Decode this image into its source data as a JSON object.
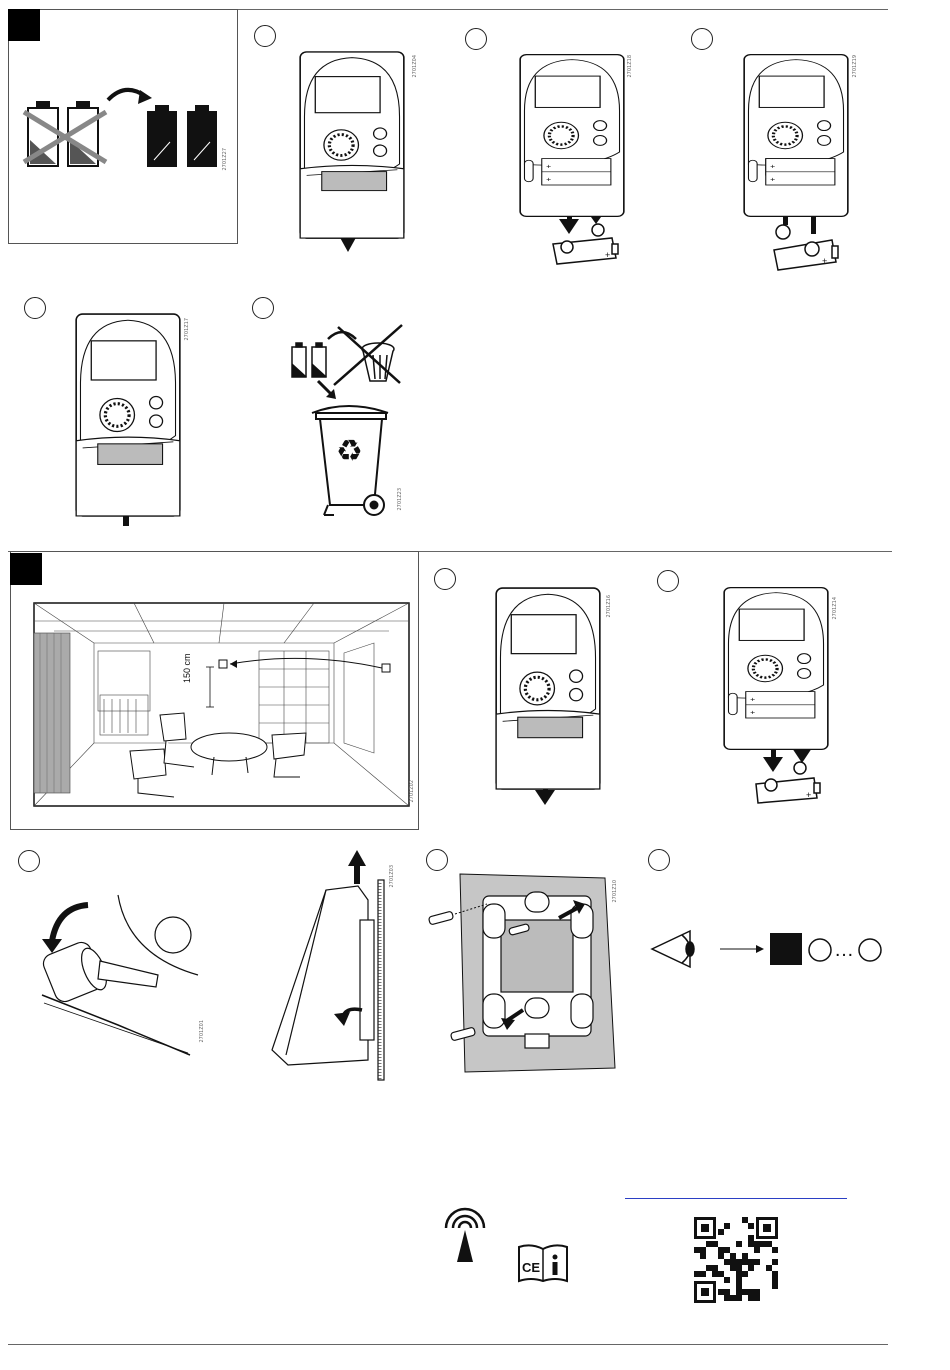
{
  "sections": [
    {
      "marker": "section-1-marker"
    },
    {
      "marker": "section-2-marker"
    }
  ],
  "figure_codes": {
    "battery_swap": "2701Z27",
    "open_cover_1": "2701Z04",
    "remove_batteries": "2701Z18",
    "insert_batteries": "2701Z19",
    "close_cover": "2701Z17",
    "disposal": "2701Z23",
    "room": "2701Z02",
    "open_cover_2": "2701Z16",
    "remove_batteries_2": "2701Z14",
    "screwdriver": "2701Z01",
    "wall_side": "2701Z03",
    "wall_plate": "2701Z10"
  },
  "room": {
    "height_label": "150 cm"
  },
  "ellipsis": "…",
  "colors": {
    "ink": "#111111",
    "frame": "#555555",
    "paper": "#ffffff",
    "shade": "#bdbdbd"
  },
  "icons": [
    "battery-icon",
    "arrow-icon",
    "wastebasket-icon",
    "recycling-bin-icon",
    "eye-icon",
    "radio-signal-icon",
    "ce-info-icon",
    "qr-code-icon"
  ]
}
